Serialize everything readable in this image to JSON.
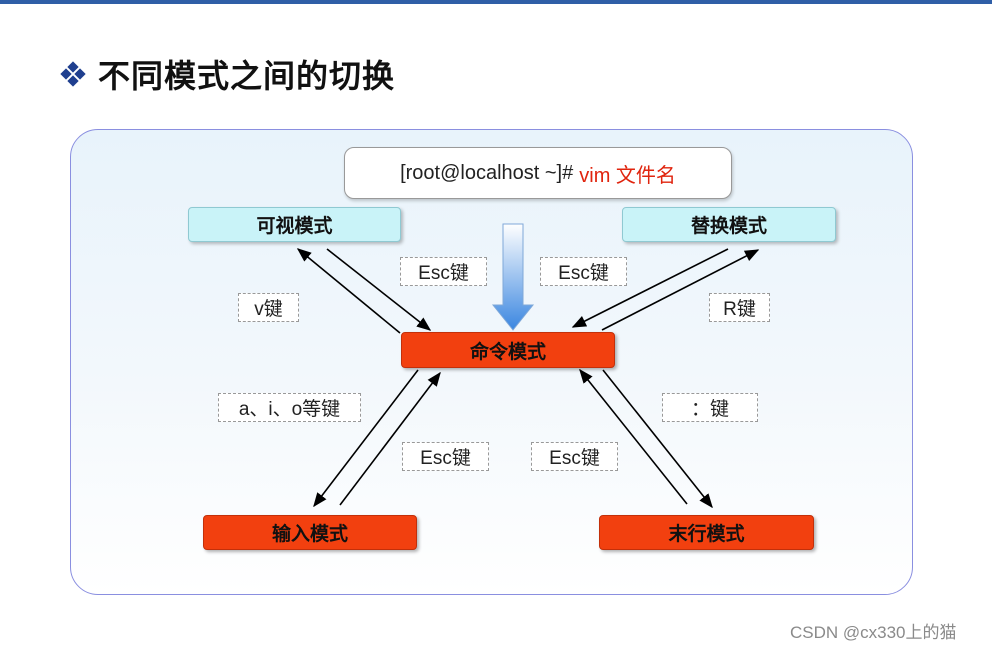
{
  "title": "不同模式之间的切换",
  "command": {
    "prompt": "[root@localhost ~]#",
    "vim": "vim 文件名"
  },
  "modes": {
    "visual": "可视模式",
    "replace": "替换模式",
    "command": "命令模式",
    "insert": "输入模式",
    "lastline": "末行模式"
  },
  "keys": {
    "esc_top_left": "Esc键",
    "esc_top_right": "Esc键",
    "v_key": "v键",
    "r_key": "R键",
    "aio_keys": "a、i、o等键",
    "colon_key": "：键",
    "esc_bottom_left": "Esc键",
    "esc_bottom_right": "Esc键"
  },
  "watermark": "CSDN @cx330上的猫",
  "colors": {
    "accent_blue": "#2f5fa7",
    "mode_orange": "#f2400f",
    "mode_cyan": "#c9f3f8",
    "vim_red": "#e0240e"
  }
}
